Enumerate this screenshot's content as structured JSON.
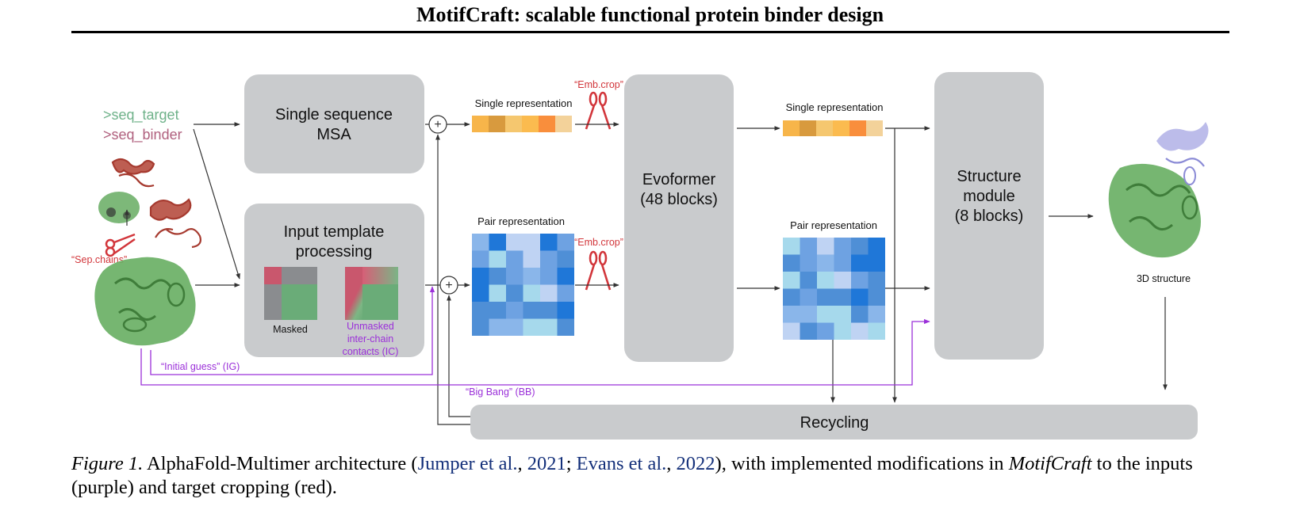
{
  "header": {
    "title": "MotifCraft: scalable functional protein binder design"
  },
  "figure": {
    "inputs": {
      "seq_target": ">seq_target",
      "seq_binder": ">seq_binder",
      "sep_chains": "“Sep.chains”"
    },
    "msa_box": {
      "line1": "Single sequence",
      "line2": "MSA"
    },
    "template_box": {
      "line1": "Input template",
      "line2": "processing",
      "masked": "Masked",
      "unmasked1": "Unmasked",
      "unmasked2": "inter-chain",
      "unmasked3": "contacts (IC)"
    },
    "single_rep_1": "Single representation",
    "pair_rep_1": "Pair representation",
    "emb_crop_1": "“Emb.crop”",
    "emb_crop_2": "“Emb.crop”",
    "evoformer": {
      "line1": "Evoformer",
      "line2": "(48 blocks)"
    },
    "single_rep_2": "Single representation",
    "pair_rep_2": "Pair representation",
    "structure_module": {
      "line1": "Structure",
      "line2": "module",
      "line3": "(8 blocks)"
    },
    "output_label": "3D structure",
    "initial_guess": "“Initial guess” (IG)",
    "big_bang": "“Big Bang” (BB)",
    "recycling": "Recycling",
    "plus": "+"
  },
  "caption": {
    "prefix": "Figure 1.",
    "text1": " AlphaFold-Multimer architecture (",
    "cite1_author": "Jumper et al.",
    "sep1": ", ",
    "cite1_year": "2021",
    "semi": "; ",
    "cite2_author": "Evans et al.",
    "sep2": ", ",
    "cite2_year": "2022",
    "text2": "), with implemented modifications in ",
    "motifcraft": "MotifCraft",
    "text3": " to the inputs (purple) and target cropping (red)."
  },
  "colors": {
    "box_gray": "#c9cbcd",
    "purple": "#9b30d9",
    "red": "#d2363b",
    "green": "#5fa05a",
    "seq_target_green": "#6fb28a",
    "seq_binder_pink": "#b0607e",
    "single_palette": [
      "#f7b54a",
      "#d89a3e",
      "#f5c76f",
      "#fbbb4f",
      "#f98e3c",
      "#f3d29a"
    ],
    "pair_palette": [
      "#4f8fd6",
      "#8ab6ea",
      "#bfd3f3",
      "#1f77d8",
      "#a6d9ec",
      "#6ea2e2"
    ]
  }
}
